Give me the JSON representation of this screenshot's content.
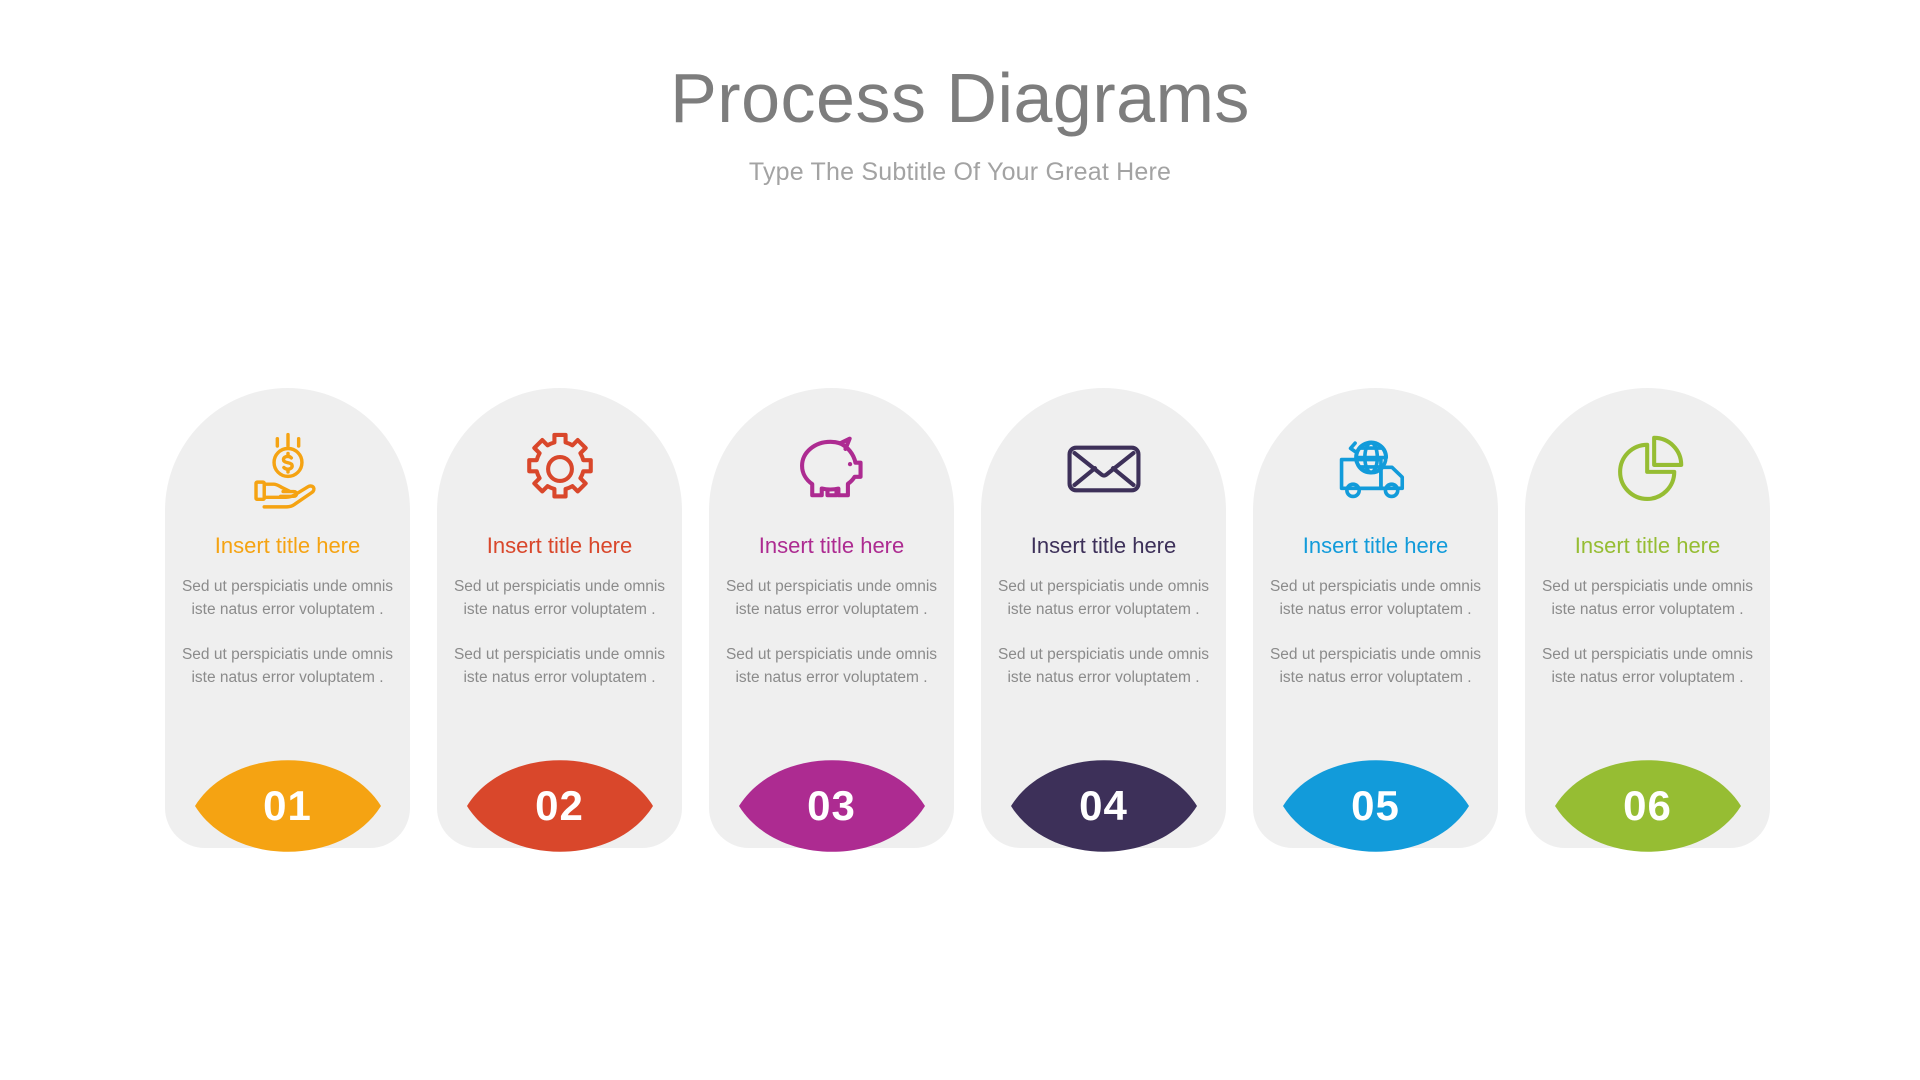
{
  "header": {
    "title": "Process Diagrams",
    "subtitle": "Type The Subtitle Of Your Great Here",
    "title_color": "#7d7d7d",
    "subtitle_color": "#a3a3a3"
  },
  "card_background": "#efefef",
  "body_text_color": "#8b8b8b",
  "badge_number_color": "#ffffff",
  "cards": [
    {
      "number": "01",
      "title": "Insert title here",
      "icon": "hand-holding-money-icon",
      "color": "#f5a312",
      "text1": "Sed ut perspiciatis unde omnis iste natus error voluptatem .",
      "text2": "Sed ut perspiciatis unde omnis iste natus error voluptatem ."
    },
    {
      "number": "02",
      "title": "Insert title here",
      "icon": "gear-icon",
      "color": "#d9472b",
      "text1": "Sed ut perspiciatis unde omnis iste natus error voluptatem .",
      "text2": "Sed ut perspiciatis unde omnis iste natus error voluptatem ."
    },
    {
      "number": "03",
      "title": "Insert title here",
      "icon": "piggy-bank-icon",
      "color": "#ad2b91",
      "text1": "Sed ut perspiciatis unde omnis iste natus error voluptatem .",
      "text2": "Sed ut perspiciatis unde omnis iste natus error voluptatem ."
    },
    {
      "number": "04",
      "title": "Insert title here",
      "icon": "envelope-icon",
      "color": "#3d3059",
      "text1": "Sed ut perspiciatis unde omnis iste natus error voluptatem .",
      "text2": "Sed ut perspiciatis unde omnis iste natus error voluptatem ."
    },
    {
      "number": "05",
      "title": "Insert title here",
      "icon": "delivery-truck-globe-icon",
      "color": "#129bda",
      "text1": "Sed ut perspiciatis unde omnis iste natus error voluptatem .",
      "text2": "Sed ut perspiciatis unde omnis iste natus error voluptatem ."
    },
    {
      "number": "06",
      "title": "Insert title here",
      "icon": "pie-chart-icon",
      "color": "#96bd33",
      "text1": "Sed ut perspiciatis unde omnis iste natus error voluptatem .",
      "text2": "Sed ut perspiciatis unde omnis iste natus error voluptatem ."
    }
  ]
}
